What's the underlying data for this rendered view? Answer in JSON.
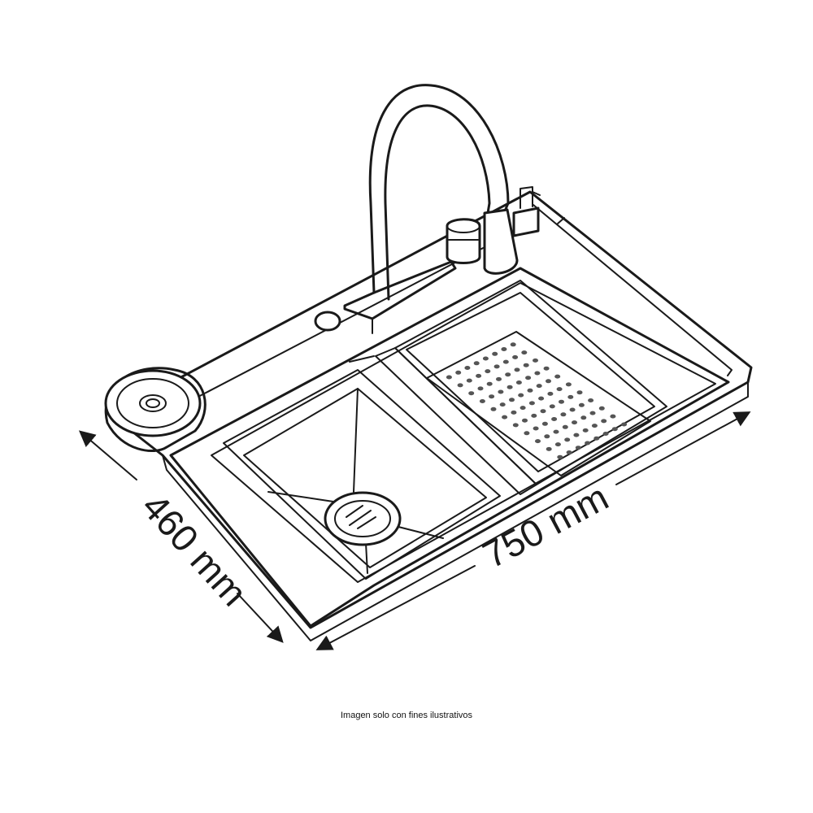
{
  "dimensions": {
    "depth_label": "460 mm",
    "width_label": "750 mm"
  },
  "caption": "Imagen solo con fines ilustrativos",
  "colors": {
    "line": "#1a1a1a",
    "background": "#ffffff",
    "colander_holes": "#555555"
  }
}
